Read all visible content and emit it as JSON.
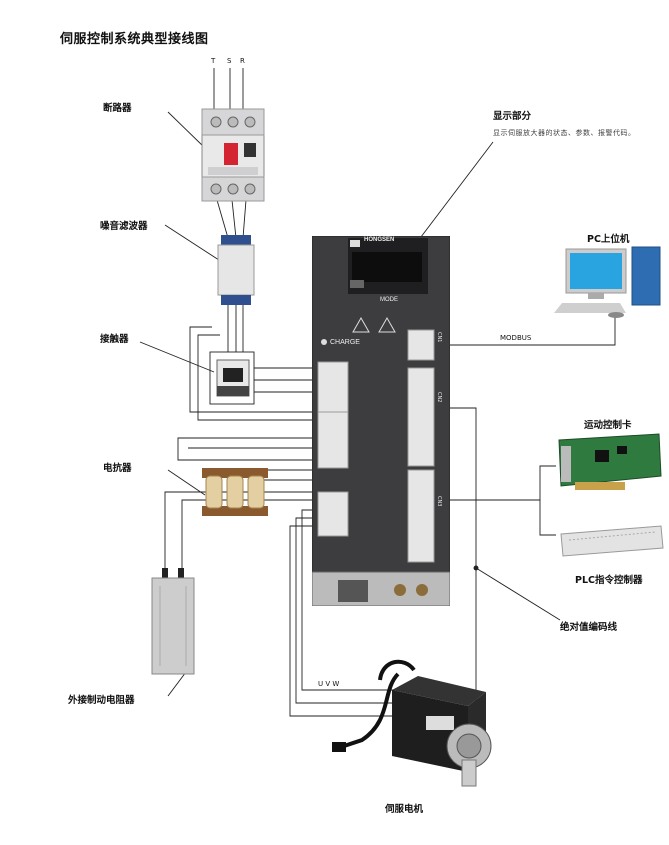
{
  "title": "伺服控制系统典型接线图",
  "labels": {
    "breaker": "断路器",
    "noise_filter": "噪音滤波器",
    "contactor": "接触器",
    "reactor": "电抗器",
    "brake_resistor": "外接制动电阻器",
    "servo_motor": "伺服电机",
    "display": "显示部分",
    "display_desc": "显示伺服放大器的状态、参数、报警代码。",
    "pc": "PC上位机",
    "modbus": "MODBUS",
    "motion_card": "运动控制卡",
    "plc": "PLC指令控制器",
    "encoder_cable": "绝对值编码线"
  },
  "phases": [
    "T",
    "S",
    "R"
  ],
  "motor_phases": "U  V  W",
  "drive": {
    "brand": "HONGSEN",
    "charge": "CHARGE",
    "mode_keys": "MODE",
    "cn1": "CN1",
    "cn2": "CN2",
    "cn3": "CN3"
  }
}
